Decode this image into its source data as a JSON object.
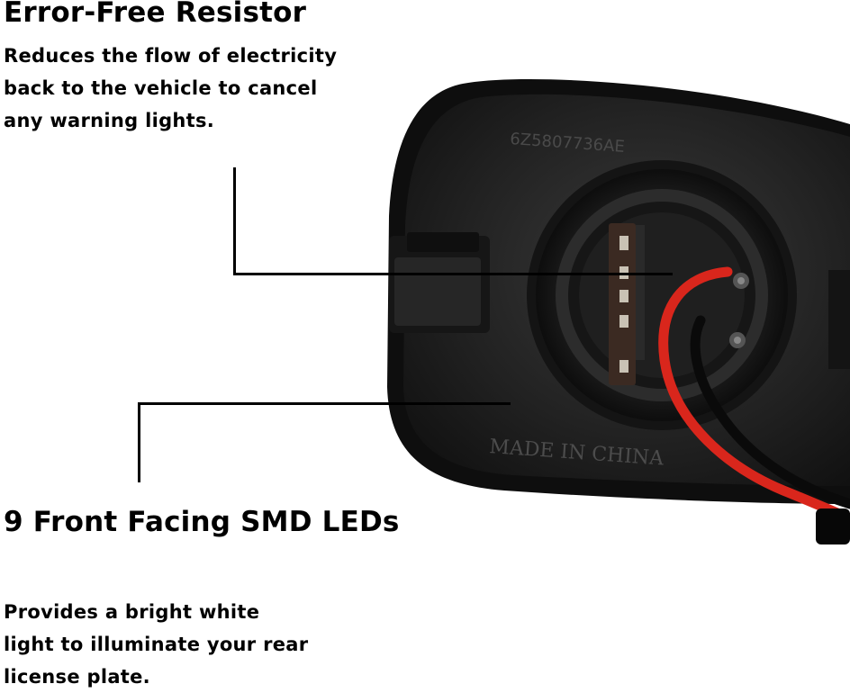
{
  "features": [
    {
      "title": "Error-Free Resistor",
      "description": "Reduces the flow of electricity\nback to the vehicle to cancel\nany warning lights."
    },
    {
      "title": "9 Front Facing SMD LEDs",
      "description": "Provides a bright white\nlight to illuminate your rear\nlicense plate."
    }
  ],
  "product": {
    "molded_text_top": "6Z5807736AE",
    "molded_text_bottom": "MADE IN CHINA"
  },
  "colors": {
    "housing": "#1e1e1e",
    "housing_rim": "#0c0c0c",
    "wire_red": "#d9261c",
    "wire_black": "#0a0a0a",
    "callout_line": "#000000"
  },
  "icons": {
    "product": "license-plate-light-image"
  }
}
